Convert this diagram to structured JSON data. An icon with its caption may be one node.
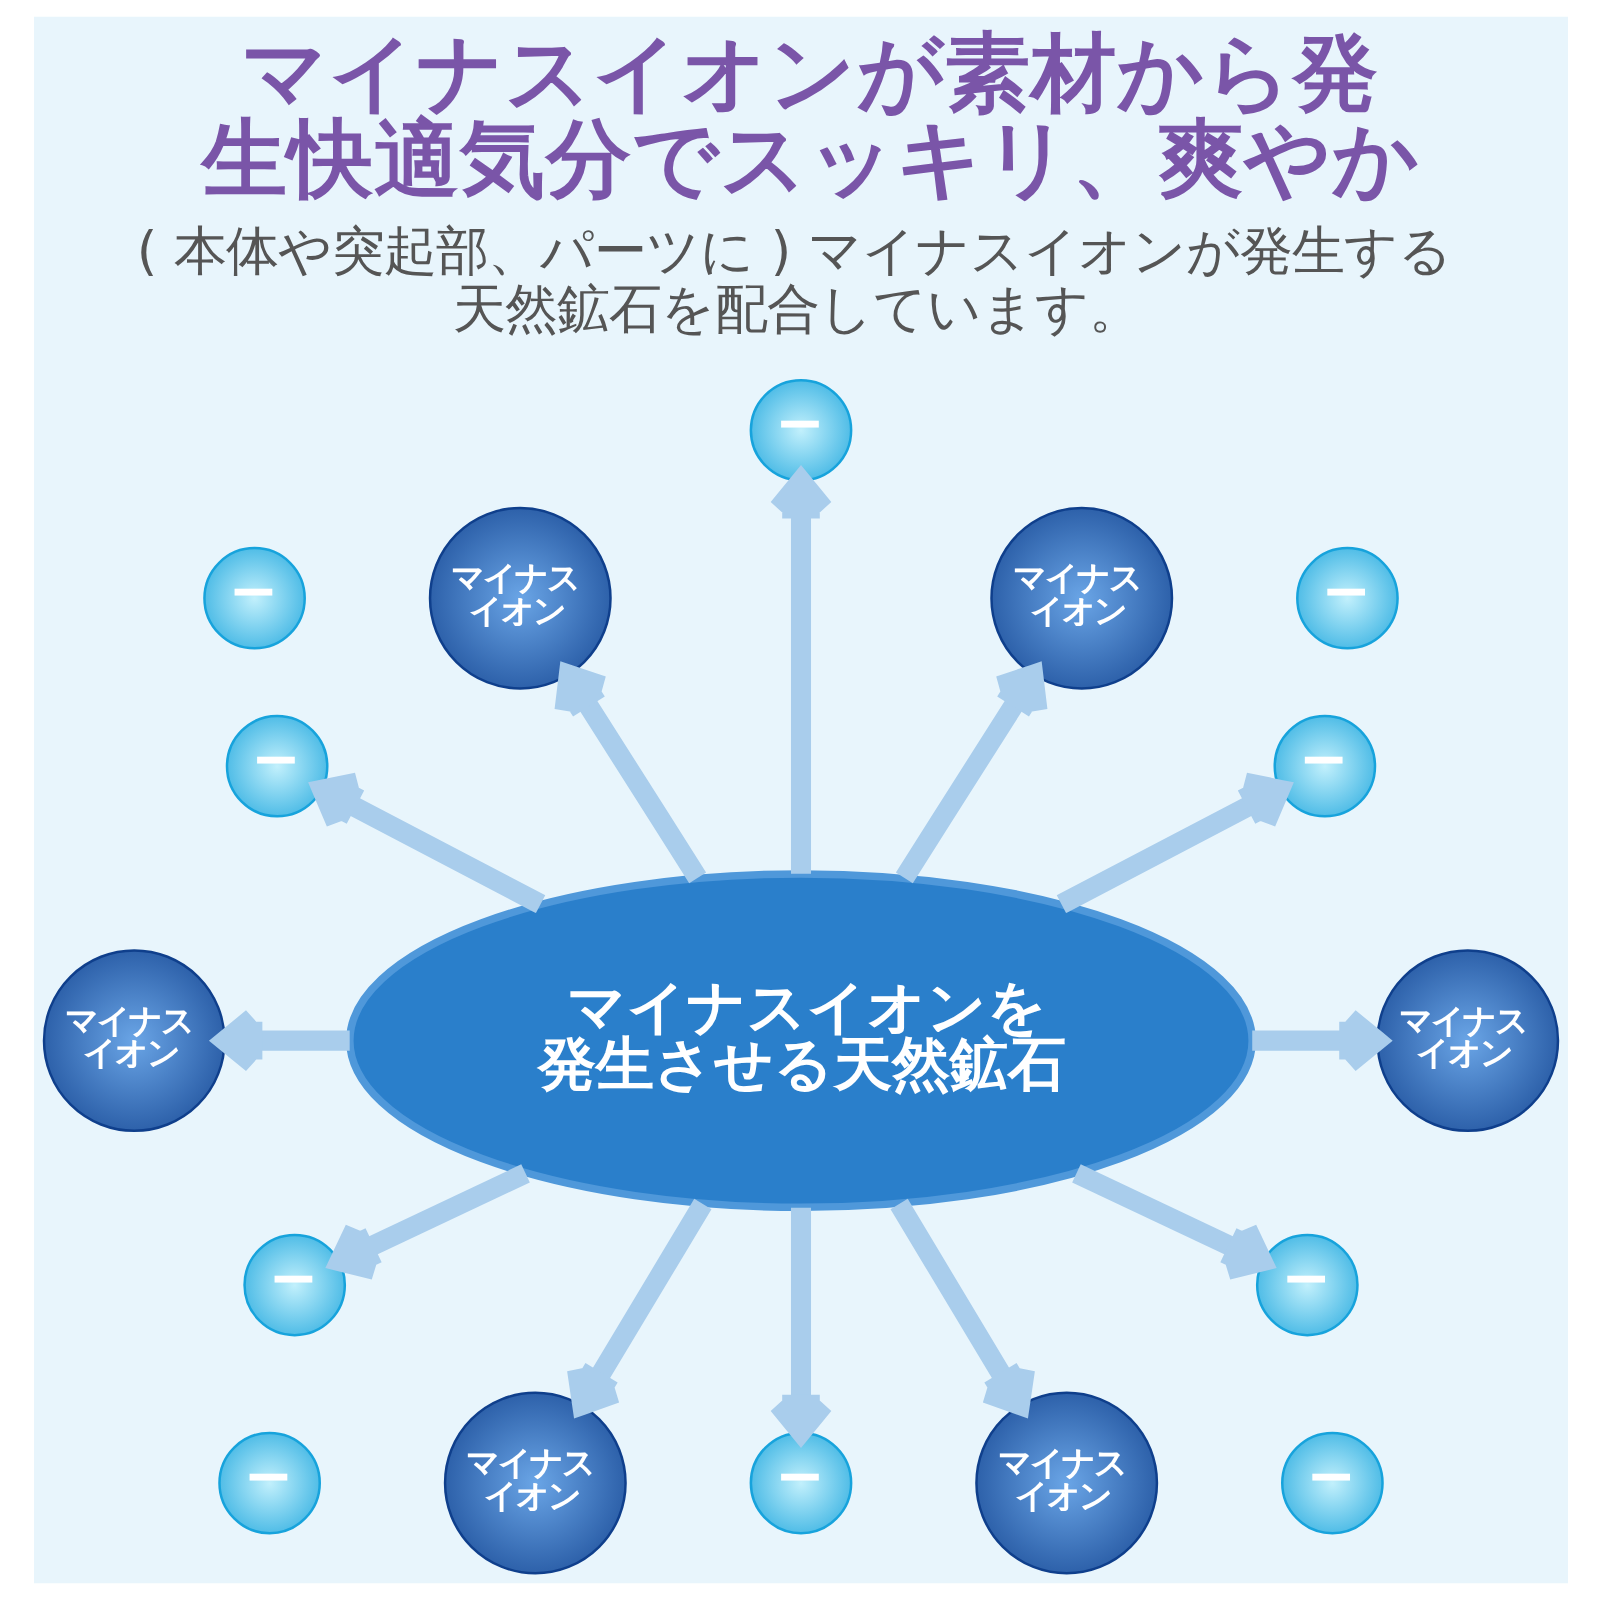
{
  "diagram": {
    "title": "マイナスイオンが素材から発生快適気分でスッキリ、爽やか",
    "nodes": [
      {
        "text": [
          "マイナスイオン"
        ]
      },
      {
        "text": [
          "−"
        ]
      },
      {
        "text": [
          "マイナスイオン"
        ]
      },
      {
        "text": [
          "−"
        ]
      },
      {
        "text": [
          "−"
        ]
      },
      {
        "text": [
          "−"
        ]
      },
      {
        "text": [
          "−"
        ]
      },
      {
        "text": [
          "マイナスイオン"
        ]
      },
      {
        "text": [
          "マイナスイオンを発生させる天然鉱石"
        ]
      },
      {
        "text": [
          "マイナスイオン"
        ]
      },
      {
        "text": [
          "−"
        ]
      },
      {
        "text": [
          "−"
        ]
      },
      {
        "text": [
          "−"
        ]
      },
      {
        "text": [
          "−"
        ]
      },
      {
        "text": [
          "マイナスイオン"
        ]
      },
      {
        "text": [
          "−"
        ]
      },
      {
        "text": [
          "マイナスイオン"
        ]
      }
    ],
    "edges": [
      {
        "from": 8,
        "to": 5,
        "arrow": "to"
      },
      {
        "from": 8,
        "to": 0,
        "arrow": "to"
      },
      {
        "from": 8,
        "to": 1,
        "arrow": "to"
      },
      {
        "from": 8,
        "to": 2,
        "arrow": "to"
      },
      {
        "from": 8,
        "to": 6,
        "arrow": "to"
      },
      {
        "from": 8,
        "to": 7,
        "arrow": "to"
      },
      {
        "from": 8,
        "to": 9,
        "arrow": "to"
      },
      {
        "from": 8,
        "to": 10,
        "arrow": "to"
      },
      {
        "from": 8,
        "to": 14,
        "arrow": "to"
      },
      {
        "from": 8,
        "to": 15,
        "arrow": "to"
      },
      {
        "from": 8,
        "to": 16,
        "arrow": "to"
      },
      {
        "from": 8,
        "to": 11,
        "arrow": "to"
      }
    ],
    "labels": [
      "( 本体や突起部、パーツに ) マイナスイオンが発生する天然鉱石を配合しています。"
    ]
  }
}
